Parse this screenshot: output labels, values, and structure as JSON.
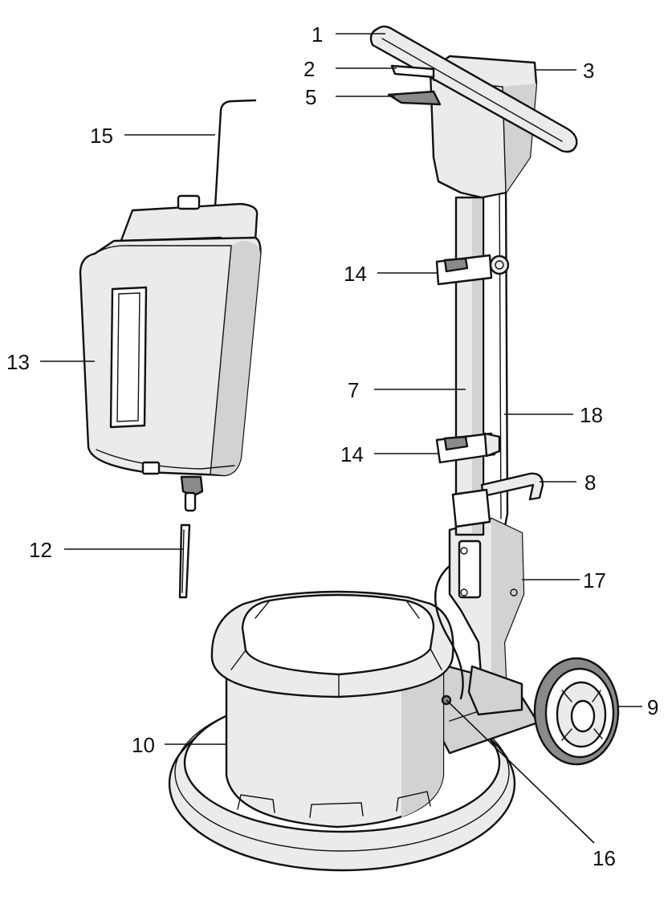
{
  "callouts": [
    {
      "id": "handle",
      "label": "1"
    },
    {
      "id": "lever",
      "label": "2"
    },
    {
      "id": "switch-box",
      "label": "3"
    },
    {
      "id": "trigger",
      "label": "5"
    },
    {
      "id": "tube",
      "label": "7"
    },
    {
      "id": "height-lever",
      "label": "8"
    },
    {
      "id": "wheel",
      "label": "9"
    },
    {
      "id": "motor",
      "label": "10"
    },
    {
      "id": "hose",
      "label": "12"
    },
    {
      "id": "tank",
      "label": "13"
    },
    {
      "id": "bracket-upper",
      "label": "14"
    },
    {
      "id": "bracket-lower",
      "label": "14"
    },
    {
      "id": "tank-hanger",
      "label": "15"
    },
    {
      "id": "port",
      "label": "16"
    },
    {
      "id": "hinge",
      "label": "17"
    },
    {
      "id": "cable",
      "label": "18"
    }
  ]
}
